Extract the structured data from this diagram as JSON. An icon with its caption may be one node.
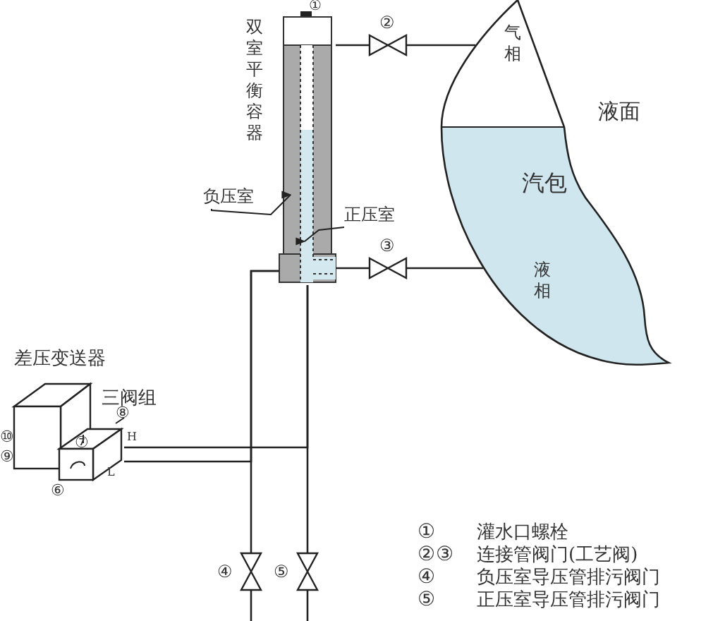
{
  "diagram": {
    "nodes": [
      {
        "text": [
          "双室平衡容器"
        ]
      },
      {
        "text": [
          "气相",
          "汽包",
          "液相"
        ],
        "beside": [
          "液面"
        ]
      },
      {
        "text": [],
        "shape": "valve",
        "beside": [
          "②"
        ]
      },
      {
        "text": [],
        "shape": "valve",
        "beside": [
          "③"
        ]
      },
      {
        "text": [
          "差压变送器"
        ]
      },
      {
        "text": [
          "三阀组"
        ]
      },
      {
        "text": [],
        "shape": "valve",
        "beside": [
          "④"
        ]
      },
      {
        "text": [],
        "shape": "valve",
        "beside": [
          "⑤"
        ]
      },
      {
        "text": [
          "负压室"
        ]
      },
      {
        "text": [
          "正压室"
        ]
      }
    ],
    "edges": [
      {
        "from": 0,
        "to": 2,
        "arrow": "none"
      },
      {
        "from": 2,
        "to": 1,
        "arrow": "none"
      },
      {
        "from": 0,
        "to": 3,
        "arrow": "none"
      },
      {
        "from": 3,
        "to": 1,
        "arrow": "none"
      },
      {
        "from": 0,
        "to": 5,
        "arrow": "none"
      },
      {
        "from": 0,
        "to": 5,
        "arrow": "none"
      },
      {
        "from": 0,
        "to": 6,
        "arrow": "none"
      },
      {
        "from": 0,
        "to": 7,
        "arrow": "none"
      },
      {
        "from": 6,
        "to": null,
        "arrow": "none"
      },
      {
        "from": 7,
        "to": null,
        "arrow": "none"
      },
      {
        "from": 8,
        "to": 0,
        "arrow": "to"
      },
      {
        "from": 9,
        "to": 0,
        "arrow": "to"
      }
    ],
    "labels": [
      "①",
      "⑧",
      "⑩",
      "⑦",
      "H",
      "⑨",
      "L",
      "⑥",
      "①",
      "灌水口螺栓",
      "②③",
      "连接管阀门(工艺阀)",
      "④",
      "负压室导压管排污阀门",
      "⑤",
      "正压室导压管排污阀门"
    ]
  }
}
